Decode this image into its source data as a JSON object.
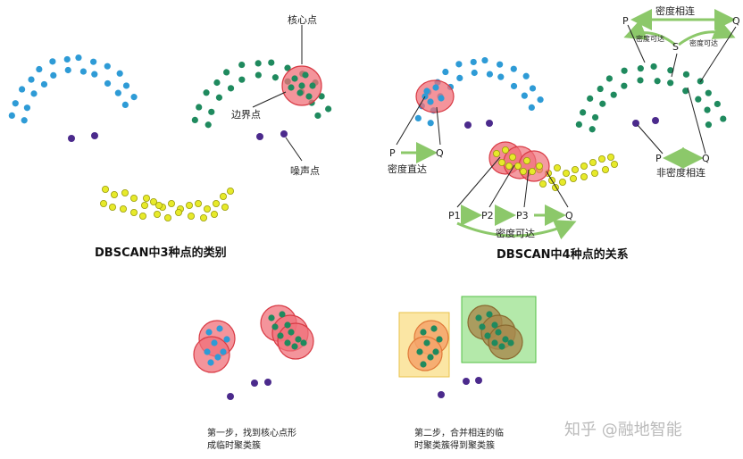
{
  "colors": {
    "blue": "#2e9bd6",
    "green": "#1f8a5e",
    "yellow": "#e7ea2a",
    "purple": "#4b2a8c",
    "red_fill": "#f0707a",
    "red_stroke": "#d83a44",
    "orange_fill": "#f5a36a",
    "orange_stroke": "#e07a3a",
    "brown_fill": "#a8884c",
    "box_yellow": "#f9dd85",
    "box_green": "#9be18d",
    "arrow_green": "#8cc86a"
  },
  "panel1": {
    "label_core": "核心点",
    "label_border": "边界点",
    "label_noise": "噪声点",
    "title": "DBSCAN中3种点的类别"
  },
  "panel2": {
    "title": "DBSCAN中4种点的关系",
    "direct": {
      "p": "P",
      "q": "Q",
      "label": "密度直达"
    },
    "reachable": {
      "p1": "P1",
      "p2": "P2",
      "p3": "P3",
      "q": "Q",
      "label": "密度可达"
    },
    "connected": {
      "p": "P",
      "s": "S",
      "q": "Q",
      "top_label": "密度相连",
      "left_reach": "密度可达",
      "right_reach": "密度可达",
      "bottom_p": "P",
      "bottom_q": "Q",
      "bottom_label": "非密度相连"
    }
  },
  "panel3": {
    "caption_line1": "第一步，找到核心点形",
    "caption_line2": "成临时聚类簇"
  },
  "panel4": {
    "caption_line1": "第二步，合并相连的临",
    "caption_line2": "时聚类簇得到聚类簇"
  },
  "watermark": "知乎 @融地智能"
}
